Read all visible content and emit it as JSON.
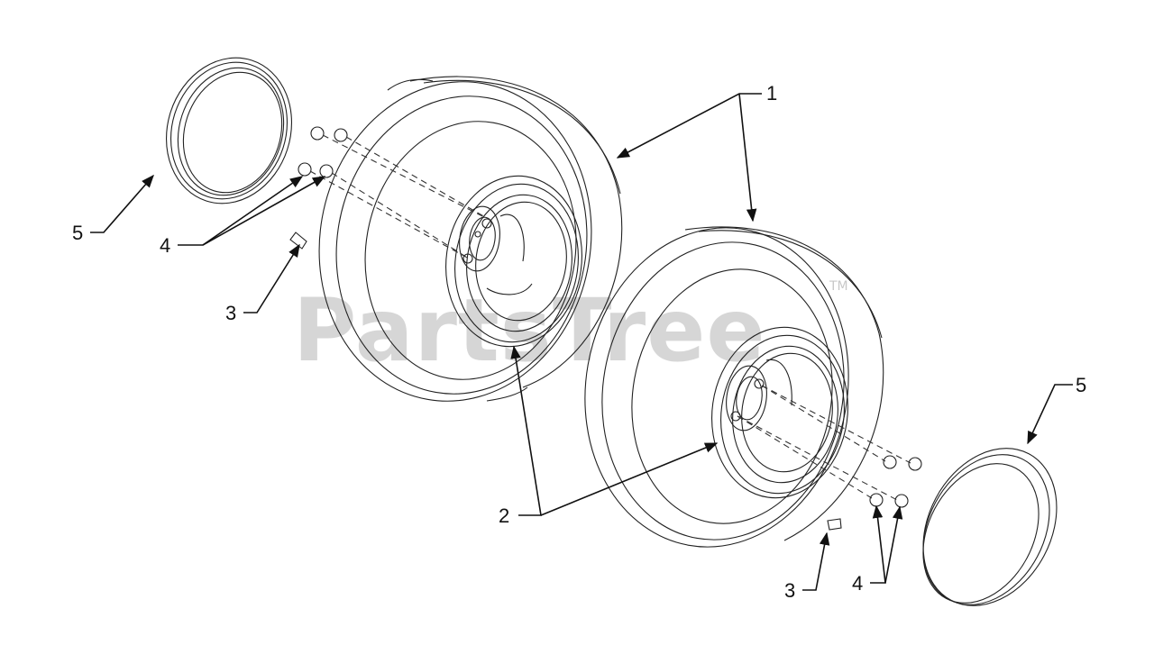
{
  "diagram": {
    "watermark": "PartsTree",
    "watermark_mark": "TM",
    "callouts": [
      {
        "id": "c1",
        "label": "1"
      },
      {
        "id": "c2",
        "label": "2"
      },
      {
        "id": "c3-left",
        "label": "3"
      },
      {
        "id": "c3-right",
        "label": "3"
      },
      {
        "id": "c4-left",
        "label": "4"
      },
      {
        "id": "c4-right",
        "label": "4"
      },
      {
        "id": "c5-left",
        "label": "5"
      },
      {
        "id": "c5-right",
        "label": "5"
      }
    ],
    "line_color": "#111111",
    "watermark_color": "#c8c8c8"
  }
}
